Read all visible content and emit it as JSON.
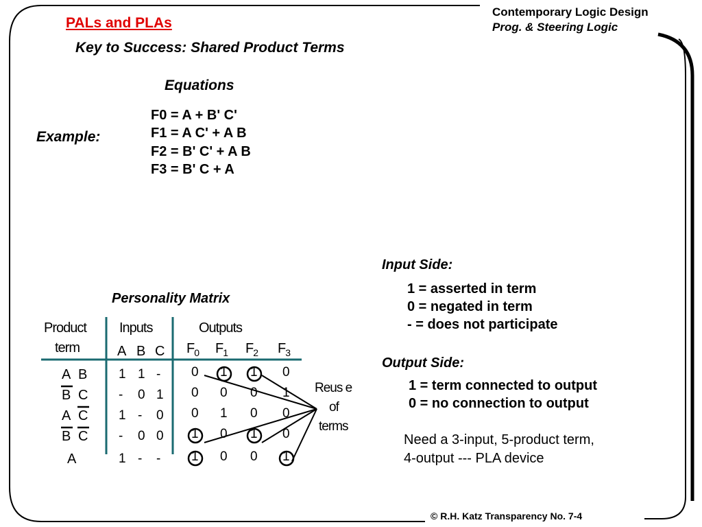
{
  "header": {
    "title": "PALs and PLAs",
    "course": "Contemporary  Logic Design",
    "topic": "Prog. & Steering Logic"
  },
  "subtitle": "Key to Success: Shared Product Terms",
  "equations": {
    "heading": "Equations",
    "example_label": "Example:",
    "lines": [
      "F0 = A  + B' C'",
      "F1 = A C'  +  A B",
      "F2 = B' C'  +  A B",
      "F3 = B' C  +  A"
    ]
  },
  "input_side": {
    "heading": "Input Side:",
    "lines": [
      "1 = asserted in term",
      "0 = negated in term",
      "- = does not participate"
    ]
  },
  "output_side": {
    "heading": "Output Side:",
    "lines": [
      "1 = term connected to output",
      "0 = no connection to output"
    ]
  },
  "note": [
    "Need a 3-input, 5-product term,",
    "4-output --- PLA device"
  ],
  "matrix": {
    "title": "Personality Matrix",
    "col_product": [
      "Product",
      "term"
    ],
    "col_inputs": "Inputs",
    "col_outputs": "Outputs",
    "input_names": [
      "A",
      "B",
      "C"
    ],
    "output_names": [
      {
        "base": "F",
        "sub": "0"
      },
      {
        "base": "F",
        "sub": "1"
      },
      {
        "base": "F",
        "sub": "2"
      },
      {
        "base": "F",
        "sub": "3"
      }
    ],
    "rows": [
      {
        "term": [
          "A",
          "B"
        ],
        "bars": [
          false,
          false
        ],
        "inputs": [
          "1",
          "1",
          "-"
        ],
        "outputs": [
          "0",
          "1",
          "1",
          "0"
        ],
        "circled": [
          false,
          true,
          true,
          false
        ]
      },
      {
        "term": [
          "B",
          "C"
        ],
        "bars": [
          true,
          false
        ],
        "inputs": [
          "-",
          "0",
          "1"
        ],
        "outputs": [
          "0",
          "0",
          "0",
          "1"
        ],
        "circled": [
          false,
          false,
          false,
          false
        ]
      },
      {
        "term": [
          "A",
          "C"
        ],
        "bars": [
          false,
          true
        ],
        "inputs": [
          "1",
          "-",
          "0"
        ],
        "outputs": [
          "0",
          "1",
          "0",
          "0"
        ],
        "circled": [
          false,
          false,
          false,
          false
        ]
      },
      {
        "term": [
          "B",
          "C"
        ],
        "bars": [
          true,
          true
        ],
        "inputs": [
          "-",
          "0",
          "0"
        ],
        "outputs": [
          "1",
          "0",
          "1",
          "0"
        ],
        "circled": [
          true,
          false,
          true,
          false
        ]
      },
      {
        "term": [
          "A"
        ],
        "bars": [
          false
        ],
        "inputs": [
          "1",
          "-",
          "-"
        ],
        "outputs": [
          "1",
          "0",
          "0",
          "1"
        ],
        "circled": [
          true,
          false,
          false,
          true
        ]
      }
    ],
    "reuse_label": [
      "Reus e",
      "of",
      "terms"
    ]
  },
  "footer": "© R.H. Katz   Transparency No. 7-4"
}
